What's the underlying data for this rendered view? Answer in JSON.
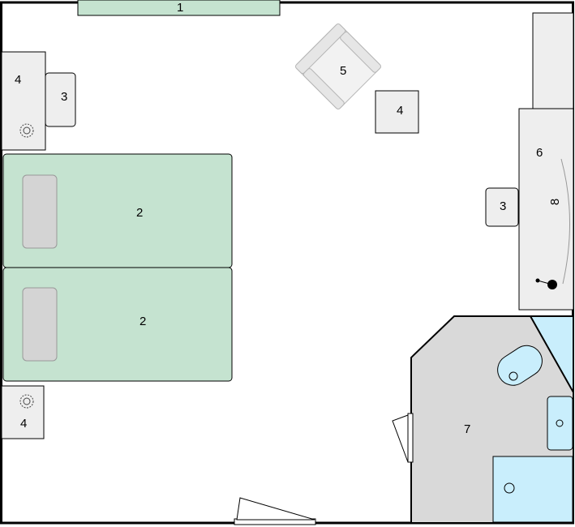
{
  "labels": {
    "window": "1",
    "bed_top": "2",
    "bed_bottom": "2",
    "chair_left": "3",
    "chair_right": "3",
    "nightstand_top": "4",
    "side_table": "4",
    "nightstand_bottom": "4",
    "armchair": "5",
    "desk": "6",
    "bathroom": "7",
    "desk_item": "8"
  },
  "colors": {
    "wall": "#000000",
    "bed": "#c5e3d0",
    "pillow": "#d4d4d4",
    "furniture": "#eeeeee",
    "bathroom_floor": "#d9d9d9",
    "fixture": "#c9eefc"
  }
}
